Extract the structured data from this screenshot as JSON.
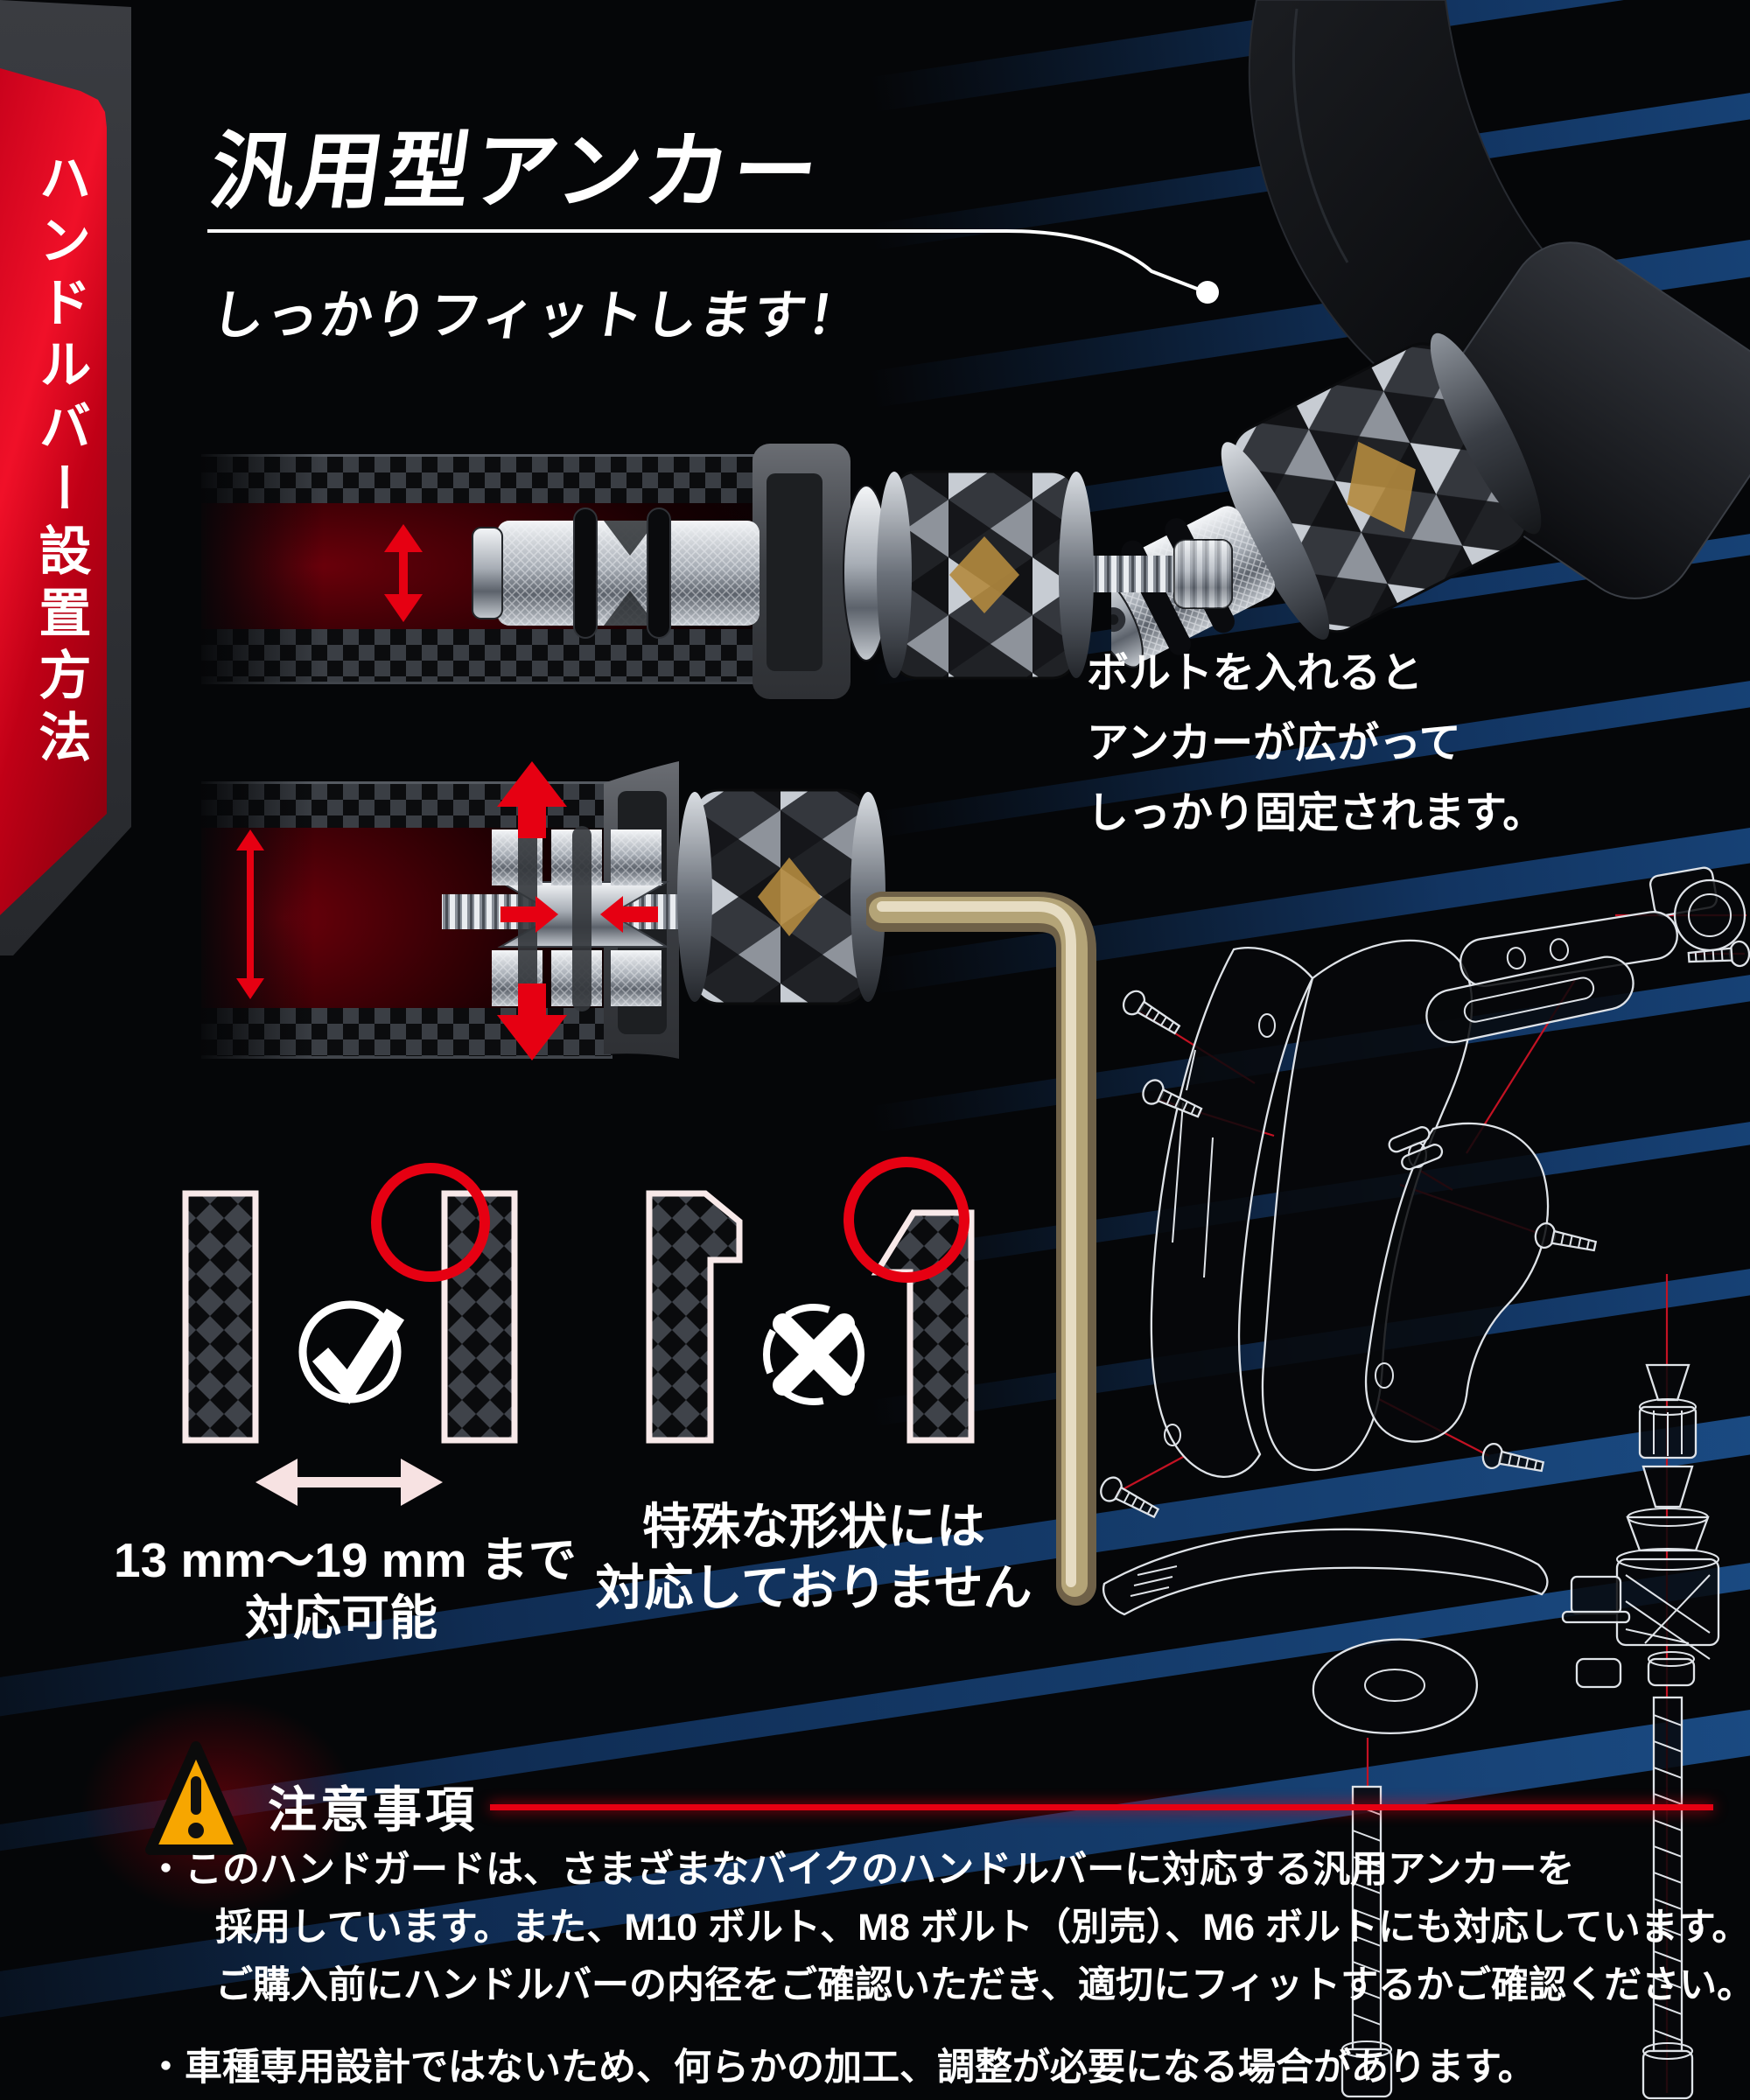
{
  "ribbon": {
    "label": "ハンドルバー設置方法"
  },
  "header": {
    "title": "汎用型アンカー",
    "subtitle": "しっかりフィットします！"
  },
  "anchor_note": {
    "lines": [
      "ボルトを入れると",
      "アンカーが広がって",
      "しっかり固定されます。"
    ]
  },
  "compatibility": {
    "ok_label_line1": "13 mm〜19 mm まで",
    "ok_label_line2": "対応可能",
    "ng_label_line1": "特殊な形状には",
    "ng_label_line2": "対応しておりません"
  },
  "notice": {
    "heading": "注意事項",
    "items": [
      {
        "lines": [
          "・このハンドガードは、さまざまなバイクのハンドルバーに対応する汎用アンカーを",
          "採用しています。また、M10 ボルト、M8 ボルト（別売）、M6 ボルトにも対応しています。",
          "ご購入前にハンドルバーの内径をご確認いただき、適切にフィットするかご確認ください。"
        ]
      },
      {
        "lines": [
          "・車種専用設計ではないため、何らかの加工、調整が必要になる場合があります。"
        ]
      }
    ]
  },
  "icons": {
    "ok": "check-circle",
    "ng": "cross-circle",
    "warning": "warning-triangle",
    "range": "left-right-arrow",
    "expand": "up-down-arrow"
  },
  "colors": {
    "accent_red": "#e60012",
    "ribbon_red_bright": "#f01028",
    "ribbon_red_dark": "#83000e",
    "stripe_navy": "#1d5390",
    "warning_orange": "#f7a600",
    "bar_outline_pink": "#f8e9e9",
    "text_white": "#ffffff"
  }
}
